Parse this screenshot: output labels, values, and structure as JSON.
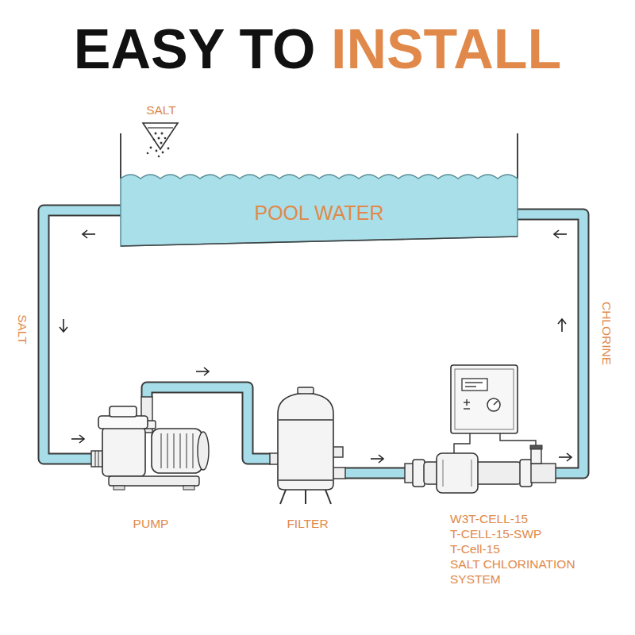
{
  "diagram": {
    "title": "EASY TO INSTALL",
    "nodes": [
      {
        "text": [
          "POOL WATER"
        ]
      },
      {
        "text": [
          "PUMP"
        ]
      },
      {
        "text": [
          "FILTER"
        ]
      },
      {
        "text": [
          "W3T-CELL-15",
          "T-CELL-15-SWP",
          "T-Cell-15",
          "SALT CHLORINATION SYSTEM"
        ]
      }
    ],
    "edges": [
      {
        "from": 0,
        "to": 1,
        "arrow": "to",
        "label": "SALT"
      },
      {
        "from": 1,
        "to": 2,
        "arrow": "to"
      },
      {
        "from": 2,
        "to": 3,
        "arrow": "to"
      },
      {
        "from": 3,
        "to": 0,
        "arrow": "to",
        "label": "CHLORINE"
      }
    ],
    "labels": [
      "SALT"
    ]
  }
}
